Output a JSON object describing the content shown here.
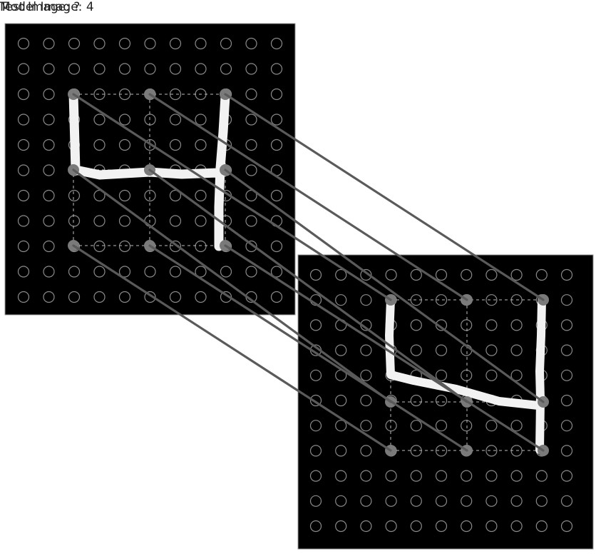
{
  "model_panel": {
    "title": "Model Image: 4",
    "grid_rows": 11,
    "grid_cols": 11
  },
  "test_panel": {
    "title": "Test Image: ?",
    "grid_rows": 11,
    "grid_cols": 11
  },
  "control_points": {
    "count": 9,
    "arrangement": "3x3"
  },
  "correspondence_lines": {
    "count": 9
  },
  "colors": {
    "panel_background": "#000000",
    "grid_circle": "#8a8a8a",
    "stroke": "#ffffff",
    "control_point": "#7a7a7a",
    "dashed_grid": "#bbbbbb",
    "connector": "#5a5a5a"
  }
}
